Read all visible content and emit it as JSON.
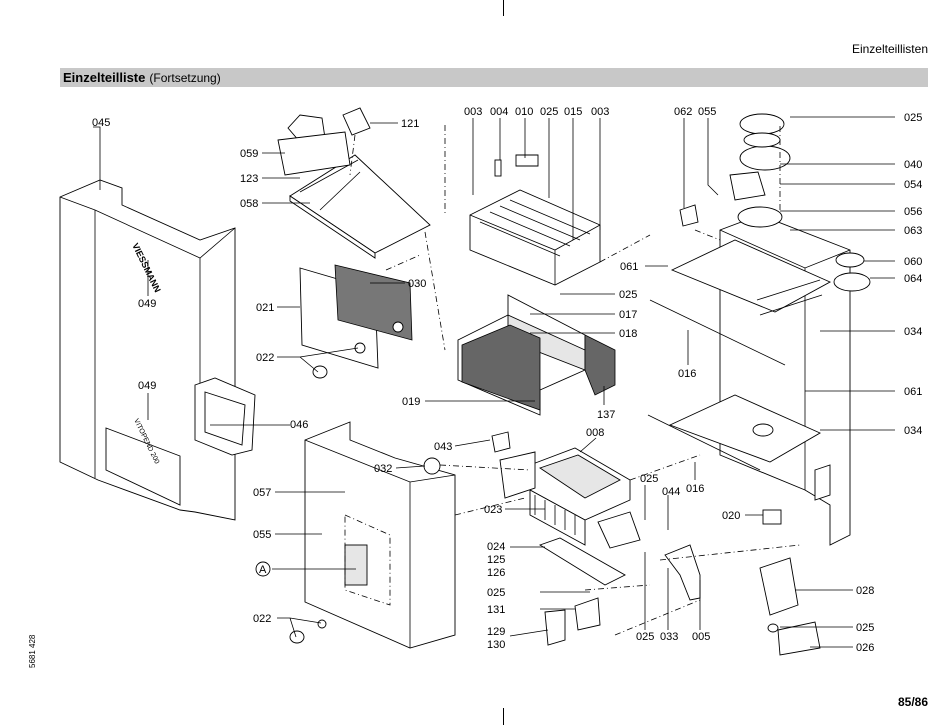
{
  "header": {
    "section": "Einzelteillisten"
  },
  "band": {
    "title": "Einzelteilliste",
    "subtitle": "(Fortsetzung)"
  },
  "footer": {
    "page": "85/86",
    "doc_number": "5681 428"
  },
  "brand": {
    "logo": "VIESSMANN",
    "model": "VITOPEND 200"
  },
  "callouts": {
    "c045": "045",
    "c049a": "049",
    "c049b": "049",
    "c046": "046",
    "c059": "059",
    "c123": "123",
    "c058": "058",
    "c121": "121",
    "c021": "021",
    "c030": "030",
    "c022a": "022",
    "c057": "057",
    "c055": "055",
    "cA": "A",
    "c022b": "022",
    "t003a": "003",
    "t004": "004",
    "t010": "010",
    "t025a": "025",
    "t015": "015",
    "t003b": "003",
    "c025b": "025",
    "c017": "017",
    "c018": "018",
    "c019": "019",
    "c137": "137",
    "c043": "043",
    "c032": "032",
    "c008": "008",
    "c023": "023",
    "c025c": "025",
    "c044": "044",
    "c024": "024",
    "c125": "125",
    "c126": "126",
    "c025d": "025",
    "c131": "131",
    "c129": "129",
    "c130": "130",
    "b025": "025",
    "b033": "033",
    "b005": "005",
    "t062": "062",
    "t055": "055",
    "r025a": "025",
    "r040": "040",
    "r054": "054",
    "r056": "056",
    "r063": "063",
    "r060": "060",
    "r064": "064",
    "r034a": "034",
    "r061": "061",
    "r034b": "034",
    "c061": "061",
    "c016a": "016",
    "c016b": "016",
    "c020": "020",
    "r028": "028",
    "r025b": "025",
    "r026": "026"
  }
}
